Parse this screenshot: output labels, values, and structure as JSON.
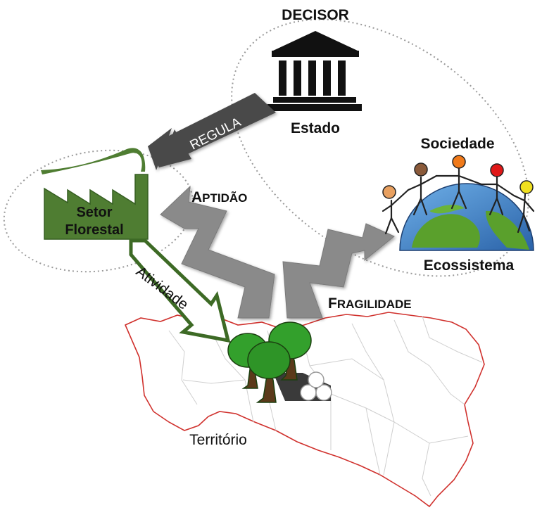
{
  "labels": {
    "decisor": "DECISOR",
    "estado": "Estado",
    "regula": "REGULA",
    "sociedade": "Sociedade",
    "setor_line1": "Setor",
    "setor_line2": "Florestal",
    "aptidao_initial": "A",
    "aptidao_rest": "PTIDÃO",
    "ecossistema": "Ecossistema",
    "atividade": "Atividade",
    "fragilidade_initial": "F",
    "fragilidade_rest": "RAGILIDADE",
    "territorio": "Território"
  },
  "colors": {
    "forest_green": "#4f7d32",
    "dark_green": "#365f22",
    "arrow_gray": "#8a8a8a",
    "regula_arrow": "#4a4a4a",
    "map_border": "#d0312d",
    "map_interior": "#cfcfcf",
    "tree_green": "#33a02c",
    "ocean_blue": "#3b7fc4",
    "land_green": "#5aa02c"
  },
  "people_head_colors": [
    "#e8a060",
    "#8a5a3a",
    "#f07a1a",
    "#e01818",
    "#f0e020"
  ],
  "icons": [
    "government-building-icon",
    "factory-icon",
    "trees-icon",
    "log-pile-icon",
    "globe-icon",
    "people-chain-icon"
  ]
}
